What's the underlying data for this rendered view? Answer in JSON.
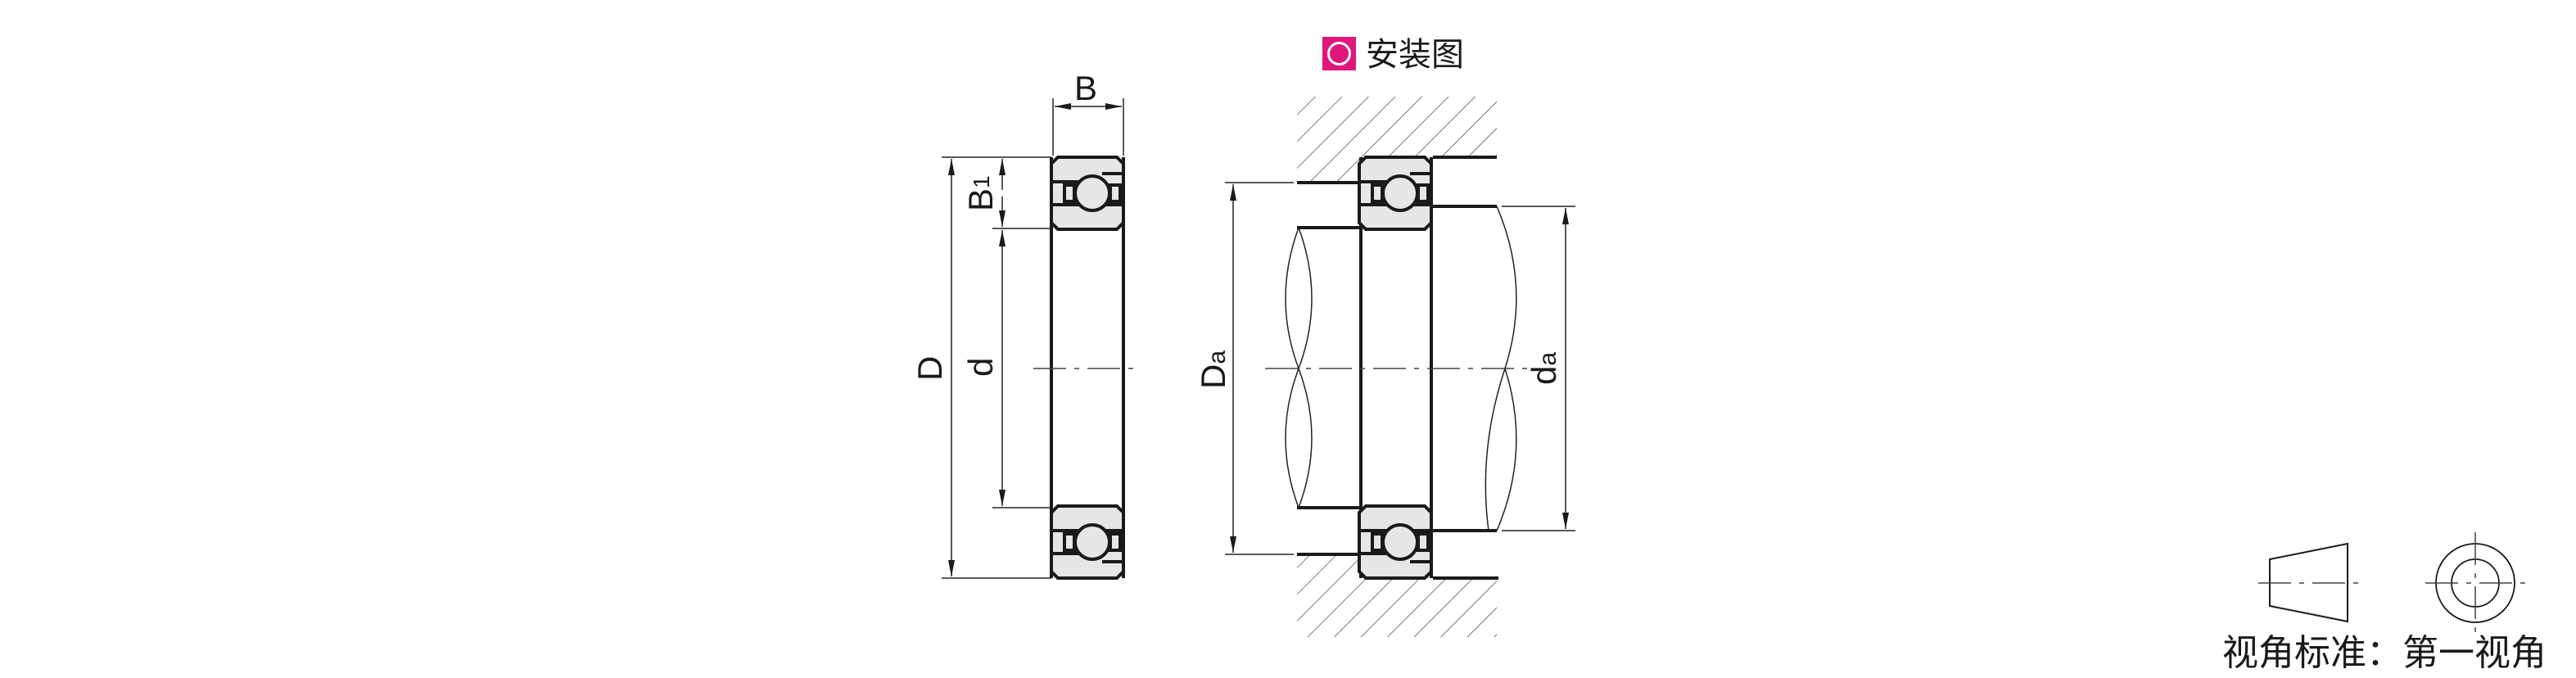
{
  "title": {
    "text": "安装图",
    "icon": "circle-in-square-icon",
    "accent": "#e0177a"
  },
  "bearing_labels": {
    "B": "B",
    "B1_main": "B",
    "B1_sub": "1",
    "D": "D",
    "d": "d"
  },
  "install_labels": {
    "Da_main": "D",
    "Da_sub": "a",
    "da_main": "d",
    "da_sub": "a"
  },
  "projection": {
    "text": "视角标准：第一视角"
  }
}
